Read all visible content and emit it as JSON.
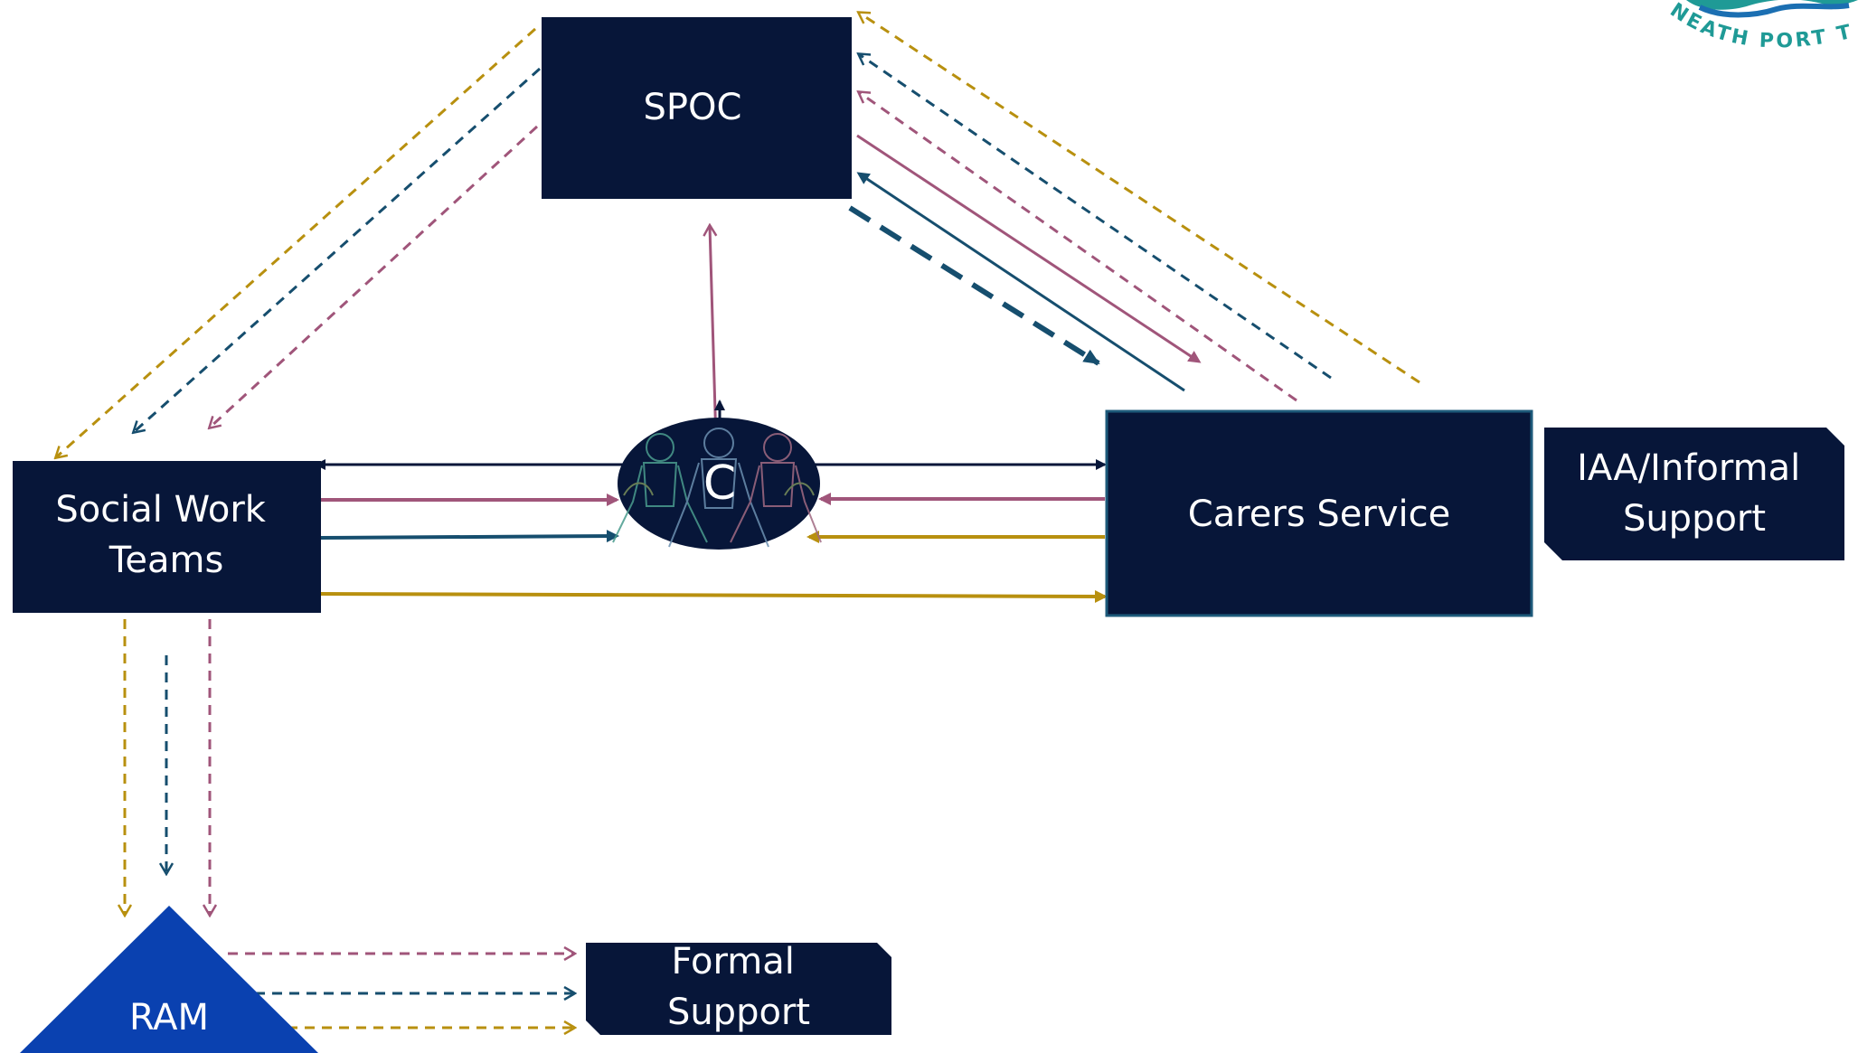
{
  "colors": {
    "navy": "#071639",
    "gold": "#b8900f",
    "teal": "#164e6e",
    "rose": "#a0557a",
    "ram_blue": "#0a41b0",
    "logo_teal": "#1f9a96",
    "logo_blue": "#1b6fb2"
  },
  "nodes": {
    "spoc": "SPOC",
    "social_work": [
      "Social Work",
      "Teams"
    ],
    "carers": "Carers Service",
    "iaa": [
      "IAA/Informal",
      "Support"
    ],
    "formal": [
      "Formal",
      "Support"
    ],
    "ram": "RAM",
    "centre": "C"
  },
  "logo": {
    "text": "NEATH PORT TALBOT CO",
    "icon": "council-logo-icon"
  }
}
